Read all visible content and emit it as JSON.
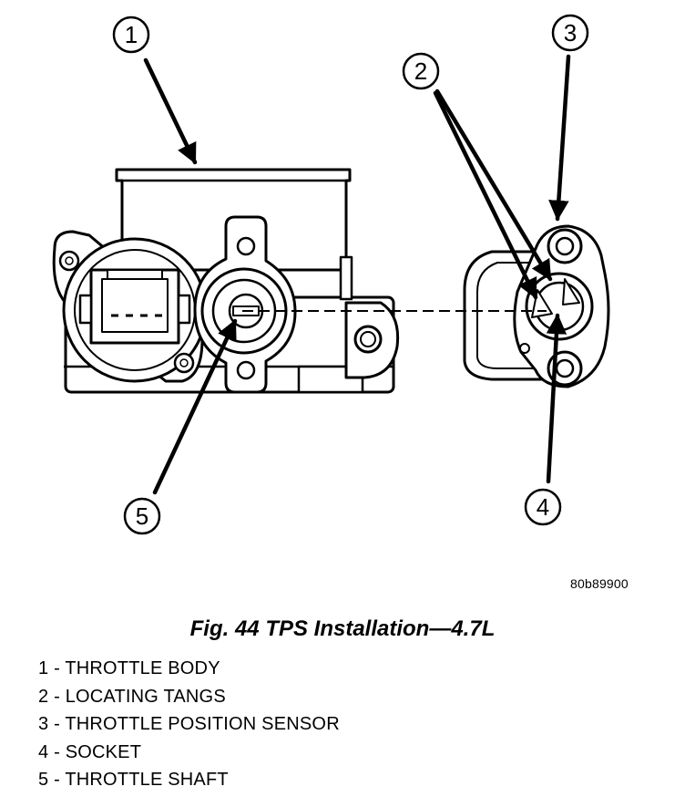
{
  "figure": {
    "callouts": [
      "1",
      "2",
      "3",
      "4",
      "5"
    ],
    "reference_code": "80b89900",
    "caption": "Fig. 44 TPS Installation—4.7L",
    "legend": [
      "1 - THROTTLE BODY",
      "2 - LOCATING TANGS",
      "3 - THROTTLE POSITION SENSOR",
      "4 - SOCKET",
      "5 - THROTTLE SHAFT"
    ]
  }
}
